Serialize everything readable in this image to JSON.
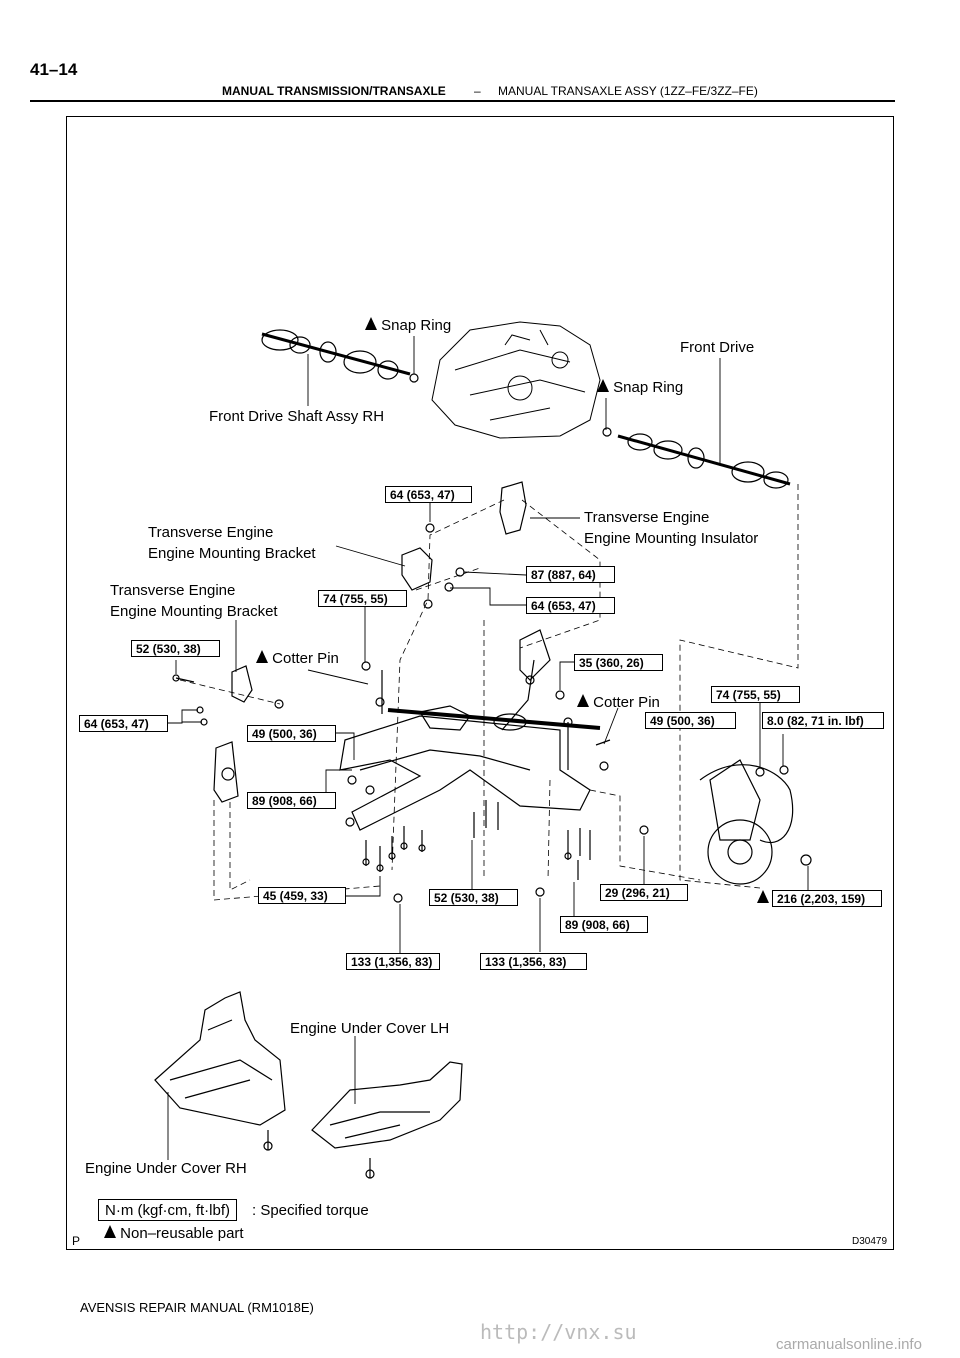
{
  "page": {
    "page_number": "41–14",
    "header_section": "MANUAL TRANSMISSION/TRANSAXLE",
    "header_separator": "–",
    "header_subsection": "MANUAL TRANSAXLE ASSY (1ZZ–FE/3ZZ–FE)",
    "footer": "AVENSIS REPAIR MANUAL   (RM1018E)",
    "figure_code": "D30479",
    "page_marker": "P"
  },
  "labels": {
    "snap_ring_1": "Snap Ring",
    "front_drive": "Front Drive",
    "snap_ring_2": "Snap Ring",
    "front_drive_shaft_rh": "Front Drive Shaft Assy RH",
    "transverse_bracket_1_line1": "Transverse Engine",
    "transverse_bracket_1_line2": "Engine Mounting Bracket",
    "transverse_insulator_line1": "Transverse Engine",
    "transverse_insulator_line2": "Engine Mounting Insulator",
    "transverse_bracket_2_line1": "Transverse Engine",
    "transverse_bracket_2_line2": "Engine Mounting Bracket",
    "cotter_pin_1": "Cotter Pin",
    "cotter_pin_2": "Cotter Pin",
    "engine_under_cover_lh": "Engine Under Cover LH",
    "engine_under_cover_rh": "Engine Under Cover RH"
  },
  "torques": {
    "t64a": "64 (653, 47)",
    "t87": "87 (887, 64)",
    "t74a": "74 (755, 55)",
    "t64b": "64 (653, 47)",
    "t52a": "52 (530, 38)",
    "t35": "35 (360, 26)",
    "t74b": "74 (755, 55)",
    "t64c": "64 (653, 47)",
    "t49a": "49 (500, 36)",
    "t49b": "49 (500, 36)",
    "t8": "8.0 (82, 71 in. lbf)",
    "t89a": "89 (908, 66)",
    "t45": "45 (459, 33)",
    "t52b": "52 (530, 38)",
    "t29": "29 (296, 21)",
    "t216": "216 (2,203, 159)",
    "t89b": "89 (908, 66)",
    "t133a": "133 (1,356, 83)",
    "t133b": "133 (1,356, 83)"
  },
  "legend": {
    "unit_box": "N·m (kgf·cm, ft·lbf)",
    "specified_torque": ": Specified torque",
    "non_reusable": "Non–reusable part"
  },
  "watermarks": {
    "url": "http://vnx.su",
    "site": "carmanualsonline.info"
  }
}
